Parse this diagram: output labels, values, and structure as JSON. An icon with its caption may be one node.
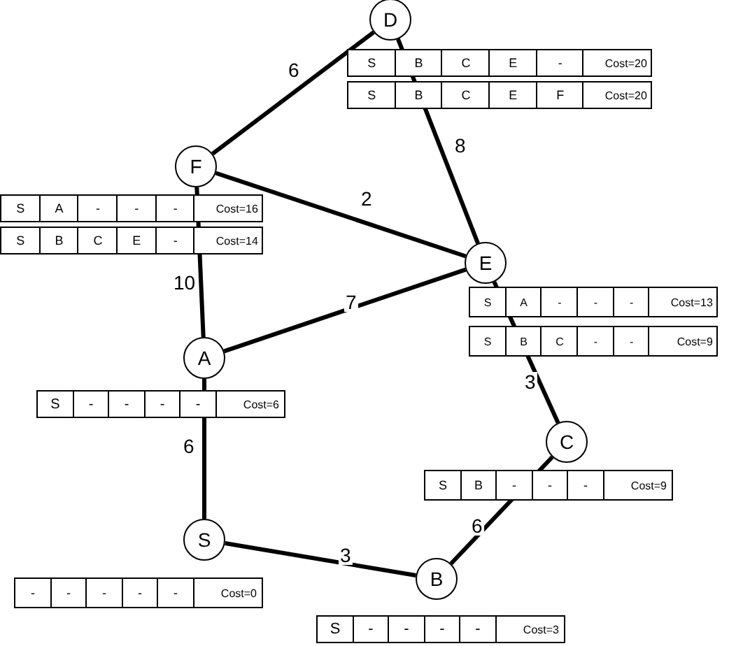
{
  "diagram": {
    "nodes": [
      {
        "text": [
          "D"
        ]
      },
      {
        "text": [
          "F"
        ]
      },
      {
        "text": [
          "E"
        ]
      },
      {
        "text": [
          "A"
        ]
      },
      {
        "text": [
          "C"
        ]
      },
      {
        "text": [
          "S"
        ]
      },
      {
        "text": [
          "B"
        ]
      }
    ],
    "edges": [
      {
        "from": 1,
        "to": 0,
        "arrow": "none",
        "label": "6"
      },
      {
        "from": 0,
        "to": 2,
        "arrow": "none",
        "label": "8"
      },
      {
        "from": 1,
        "to": 2,
        "arrow": "none",
        "label": "2"
      },
      {
        "from": 1,
        "to": 3,
        "arrow": "none",
        "label": "10"
      },
      {
        "from": 3,
        "to": 2,
        "arrow": "none",
        "label": "7"
      },
      {
        "from": 2,
        "to": 4,
        "arrow": "none",
        "label": "3"
      },
      {
        "from": 3,
        "to": 5,
        "arrow": "none",
        "label": "6"
      },
      {
        "from": 5,
        "to": 6,
        "arrow": "none",
        "label": "3"
      },
      {
        "from": 6,
        "to": 4,
        "arrow": "none",
        "label": "6"
      }
    ],
    "labels": [
      "S",
      "B",
      "C",
      "E",
      "-",
      "Cost=20",
      "S",
      "B",
      "C",
      "E",
      "F",
      "Cost=20",
      "S",
      "A",
      "-",
      "-",
      "-",
      "Cost=16",
      "S",
      "B",
      "C",
      "E",
      "-",
      "Cost=14",
      "S",
      "A",
      "-",
      "-",
      "-",
      "Cost=13",
      "S",
      "B",
      "C",
      "-",
      "-",
      "Cost=9",
      "S",
      "-",
      "-",
      "-",
      "-",
      "Cost=6",
      "S",
      "B",
      "-",
      "-",
      "-",
      "Cost=9",
      "-",
      "-",
      "-",
      "-",
      "-",
      "Cost=0",
      "S",
      "-",
      "-",
      "-",
      "-",
      "Cost=3"
    ]
  }
}
